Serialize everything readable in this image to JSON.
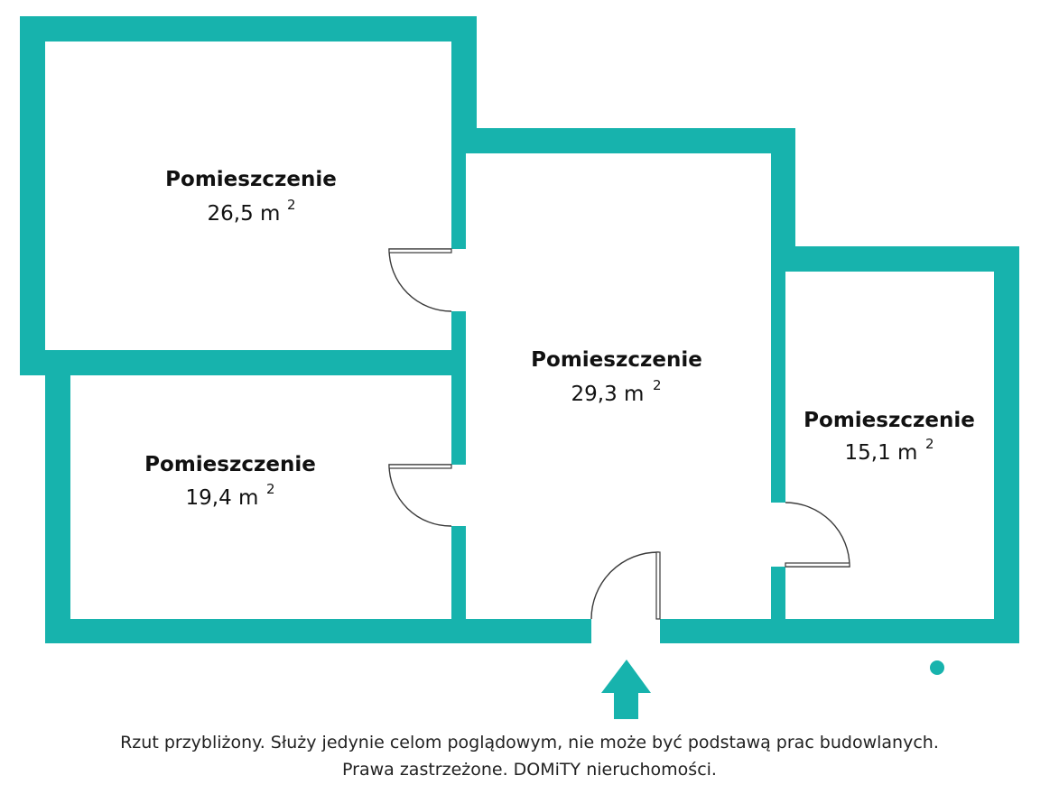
{
  "colors": {
    "wall": "#17b3ad",
    "accent": "#17b3ad"
  },
  "rooms": [
    {
      "name": "Pomieszczenie",
      "area": "26,5 m",
      "sup": "2"
    },
    {
      "name": "Pomieszczenie",
      "area": "29,3 m",
      "sup": "2"
    },
    {
      "name": "Pomieszczenie",
      "area": "15,1 m",
      "sup": "2"
    },
    {
      "name": "Pomieszczenie",
      "area": "19,4 m",
      "sup": "2"
    }
  ],
  "footer": {
    "line1": "Rzut przybliżony. Służy jedynie celom poglądowym, nie może być podstawą prac budowlanych.",
    "line2": "Prawa zastrzeżone. DOMiTY nieruchomości."
  }
}
